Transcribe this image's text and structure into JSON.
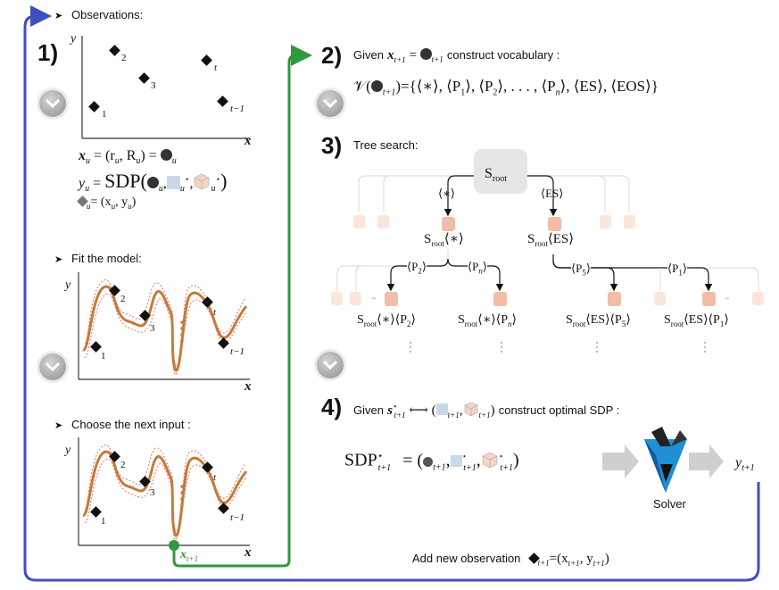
{
  "steps": {
    "s1": "1)",
    "s2": "2)",
    "s3": "3)",
    "s4": "4)"
  },
  "section1": {
    "observations_label": "Observations:",
    "fit_label": "Fit the model:",
    "choose_label": "Choose the next input :",
    "axis_x": "x",
    "axis_y": "y",
    "point_labels": [
      "2",
      "3",
      "t",
      "1",
      "t−1"
    ],
    "next_input": "x",
    "next_input_sub": "t+1",
    "eq_xu_lhs": "x",
    "eq_xu_sub": "u",
    "eq_xu_mid": " = (r",
    "eq_xu_r_sub": "u",
    "eq_xu_R": ", R",
    "eq_xu_R_sub": "u",
    "eq_xu_end": ") = ",
    "eq_yu_lhs": "y",
    "eq_yu_sub": "u",
    "eq_yu_eq": " = ",
    "eq_yu_sdp": "SDP(",
    "eq_yu_close": ")",
    "eq_dia_rhs": "= (x",
    "eq_dia_sub": "u",
    "eq_dia_mid": ", y",
    "eq_dia_sub2": "u",
    "eq_dia_end": ")"
  },
  "section2": {
    "given": "Given",
    "x_var": "x",
    "x_sub": "t+1",
    "eq": " = ",
    "dot_sub": "t+1",
    "construct": "construct vocabulary :",
    "vocab_lhs": "𝒱(",
    "vocab_sub": "t+1",
    "vocab_rhs": ")={⟨∗⟩, ⟨P",
    "vocab_rest": "⟩, ⟨P",
    "vocab_rest2": "⟩, . . . , ⟨P",
    "vocab_end": "⟩, ⟨ES⟩, ⟨EOS⟩}"
  },
  "section3": {
    "label": "Tree search:",
    "root": "S",
    "root_sub": "root",
    "edge_star": "⟨∗⟩",
    "edge_es": "⟨ES⟩",
    "node_star": "⟨∗⟩",
    "node_es": "⟨ES⟩",
    "edge_p2": "⟨P",
    "edge_p2_sub": "2",
    "edge_pn": "⟨P",
    "edge_pn_sub": "n",
    "edge_p5": "⟨P",
    "edge_p5_sub": "5",
    "edge_p1": "⟨P",
    "edge_p1_sub": "1",
    "leaf1": "⟨∗⟩⟨P",
    "leaf1_sub": "2",
    "leaf2": "⟨∗⟩⟨P",
    "leaf2_sub": "n",
    "leaf3": "⟨ES⟩⟨P",
    "leaf3_sub": "5",
    "leaf4": "⟨ES⟩⟨P",
    "leaf4_sub": "1",
    "close": "⟩",
    "dash": "–"
  },
  "section4": {
    "given": "Given",
    "s_var": "s",
    "s_sup": "⋆",
    "s_sub": "t+1",
    "arrow": " ⟷ (",
    "construct": "construct  optimal SDP :",
    "sdp_lhs": "SDP",
    "sdp_sup": "⋆",
    "sdp_sub": "t+1",
    "sdp_eq": "= (",
    "sdp_close": ")",
    "t1": "t+1",
    "star": "⋆",
    "solver_label": "Solver",
    "output": "y",
    "output_sub": "t+1",
    "add_obs": "Add new observation",
    "add_obs_sub": "t+1",
    "add_obs_eq": "=(x",
    "add_obs_eq2": ", y",
    "add_obs_end": ")"
  },
  "colors": {
    "blue_loop": "#3f4fc0",
    "green_loop": "#2e9a3c",
    "curve": "#c47b3a",
    "dotted": "#e2726a",
    "node": "#f2bda6",
    "node_faint": "#fbe6dc",
    "arrow_gray": "#cfcfcf"
  }
}
